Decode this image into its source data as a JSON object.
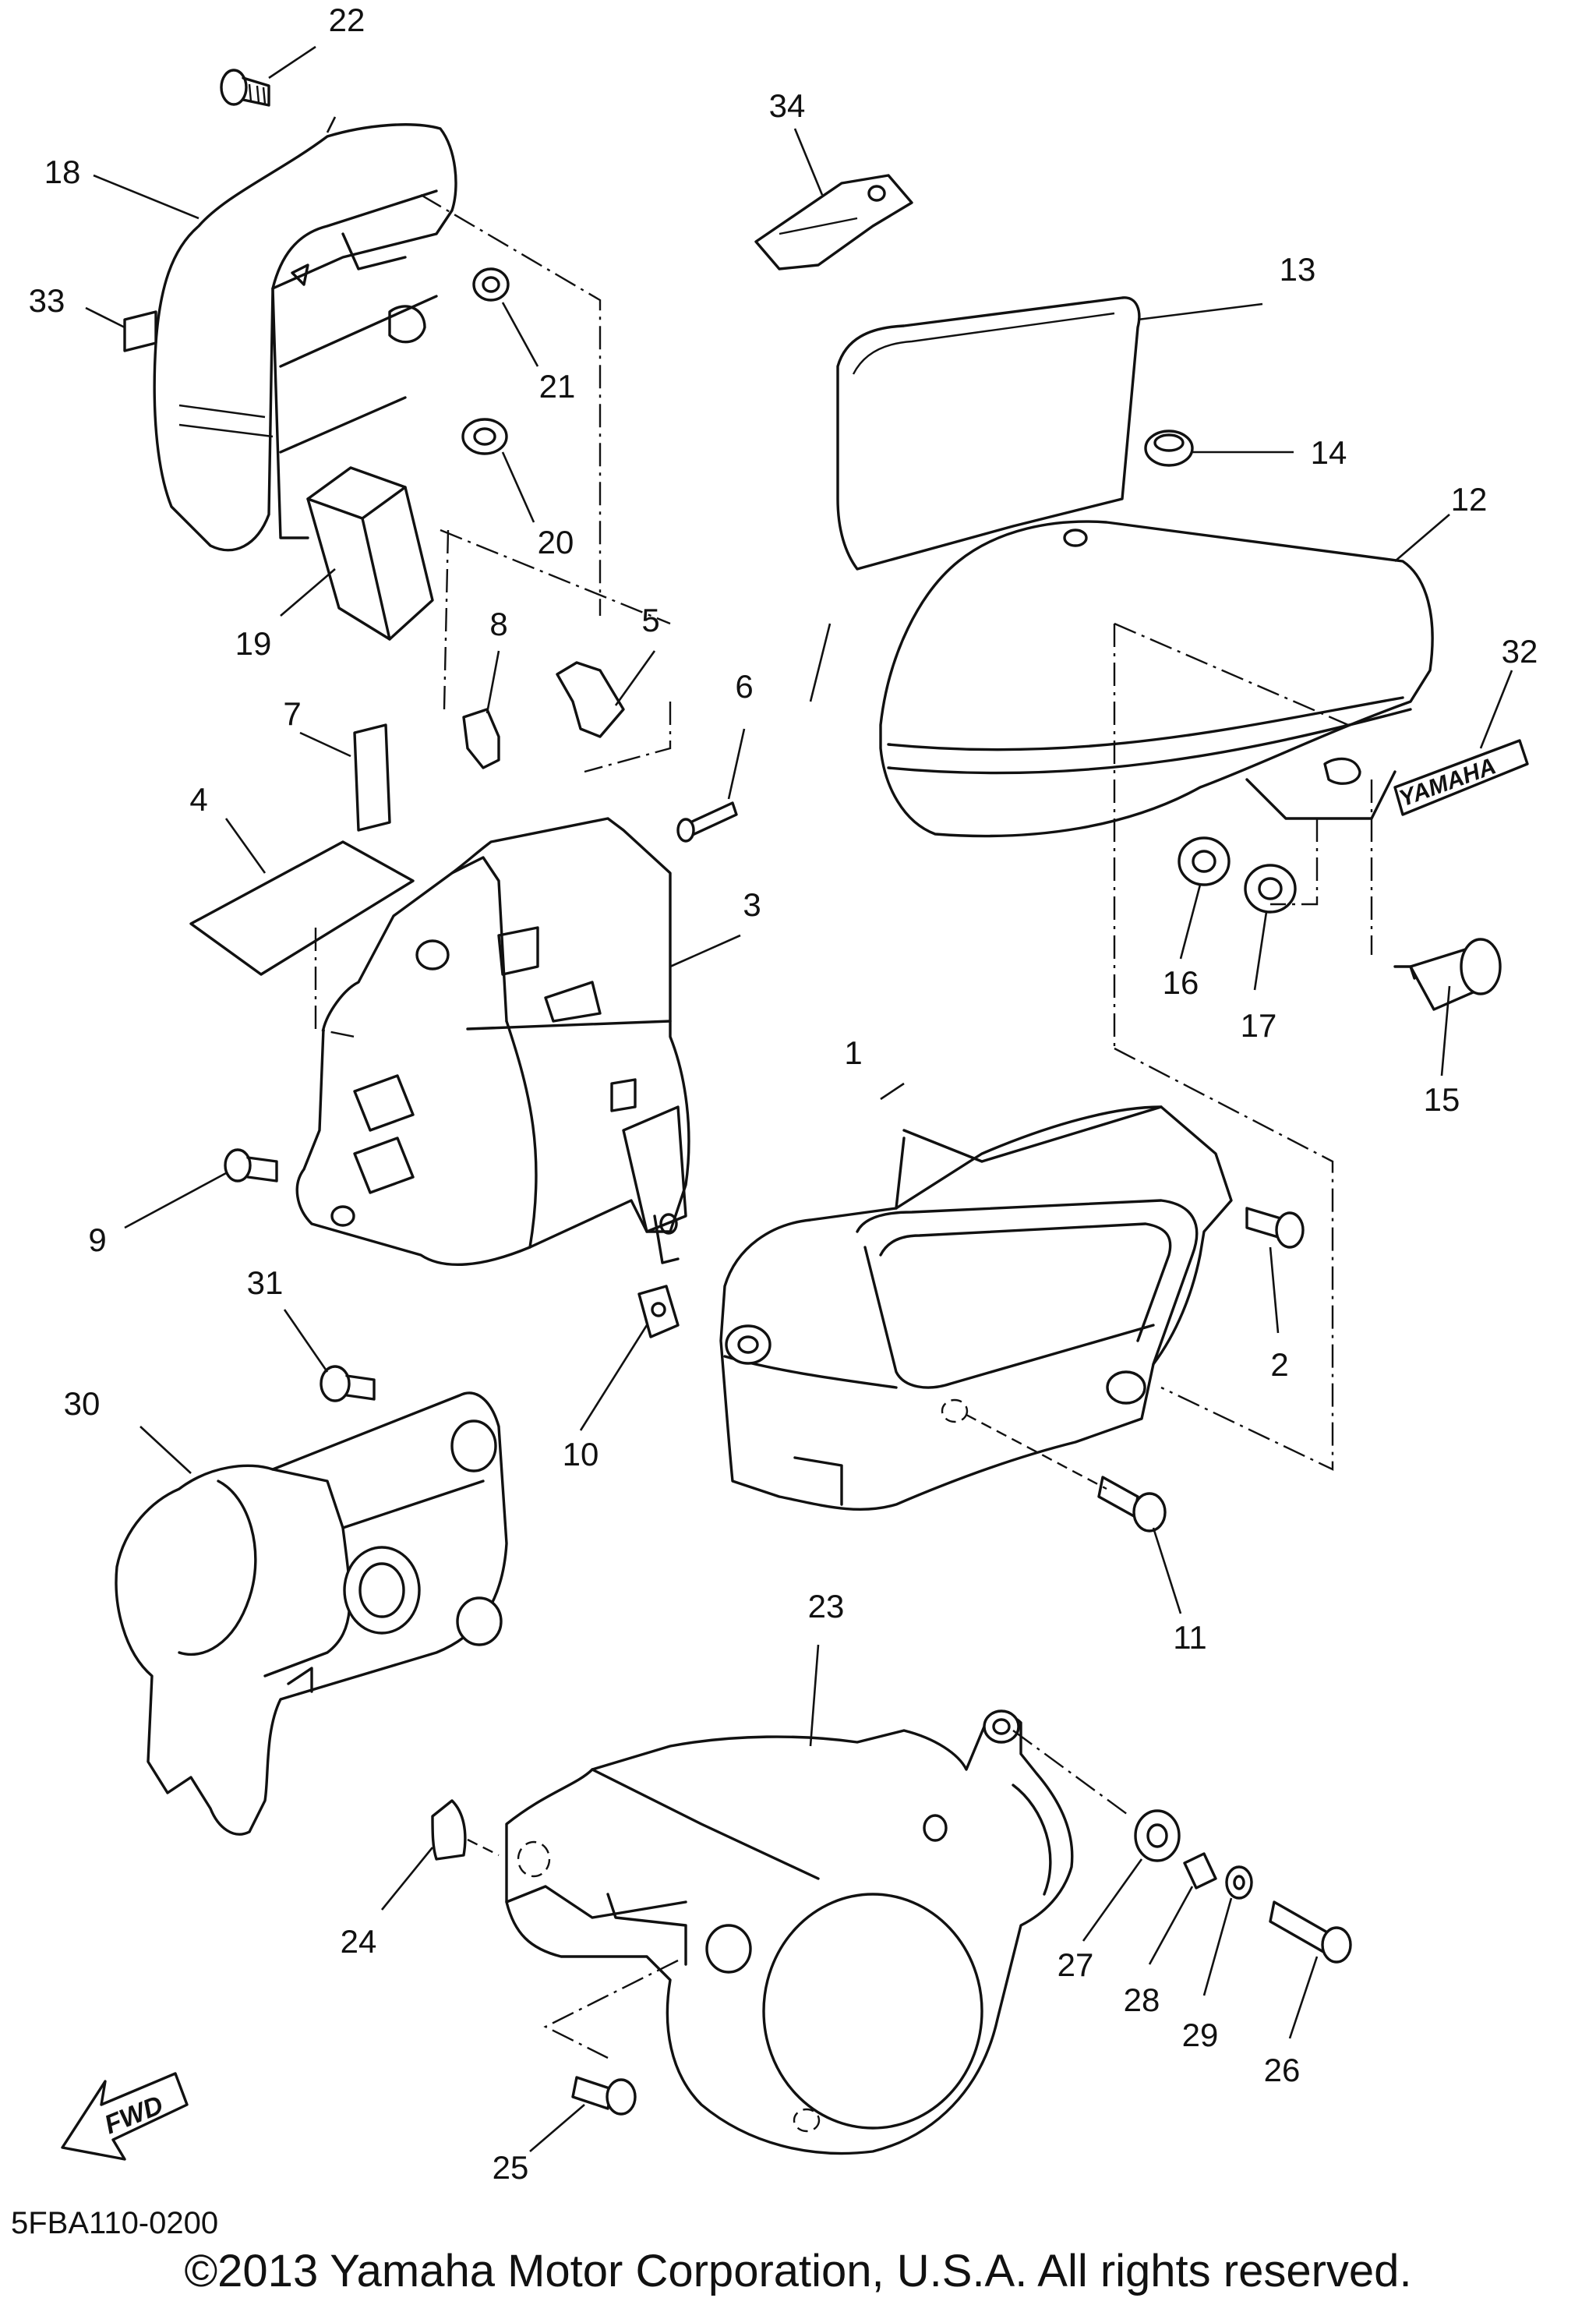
{
  "drawing_code": "5FBA110-0200",
  "copyright": "©2013 Yamaha Motor Corporation, U.S.A. All rights reserved.",
  "brand_label": "YAMAHA",
  "direction_label": "FWD",
  "callouts": [
    "1",
    "2",
    "3",
    "4",
    "5",
    "6",
    "7",
    "8",
    "9",
    "10",
    "11",
    "12",
    "13",
    "14",
    "15",
    "16",
    "17",
    "18",
    "19",
    "20",
    "21",
    "22",
    "23",
    "24",
    "25",
    "26",
    "27",
    "28",
    "29",
    "30",
    "31",
    "32",
    "33",
    "34"
  ]
}
